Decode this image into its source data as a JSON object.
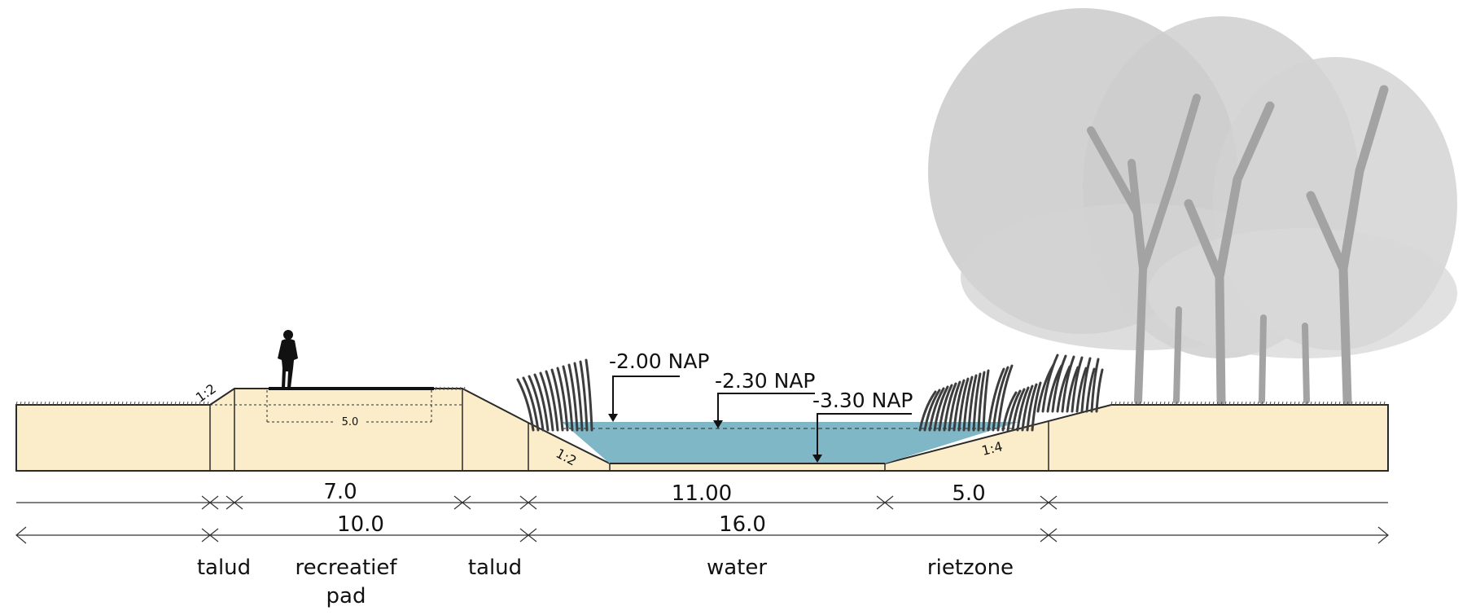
{
  "levels": {
    "level1": "-2.00 NAP",
    "level2": "-2.30 NAP",
    "level3": "-3.30 NAP"
  },
  "slopes": {
    "dike_left": "1:2",
    "bank_left": "1:2",
    "bank_right": "1:4"
  },
  "path_width_note": "5.0",
  "dimensions": {
    "row1": {
      "pad": "7.0",
      "water": "11.00",
      "rietzone": "5.0"
    },
    "row2": {
      "left": "10.0",
      "right": "16.0"
    }
  },
  "zones": {
    "talud_left": "talud",
    "recreatief_line1": "recreatief",
    "recreatief_line2": "pad",
    "talud_right": "talud",
    "water": "water",
    "rietzone": "rietzone"
  },
  "colors": {
    "ground": "#fbedc9",
    "water": "#7fb7c7",
    "outline": "#2a2a2a",
    "tree": "#b9b9b9",
    "reed": "#3d3d3d"
  }
}
